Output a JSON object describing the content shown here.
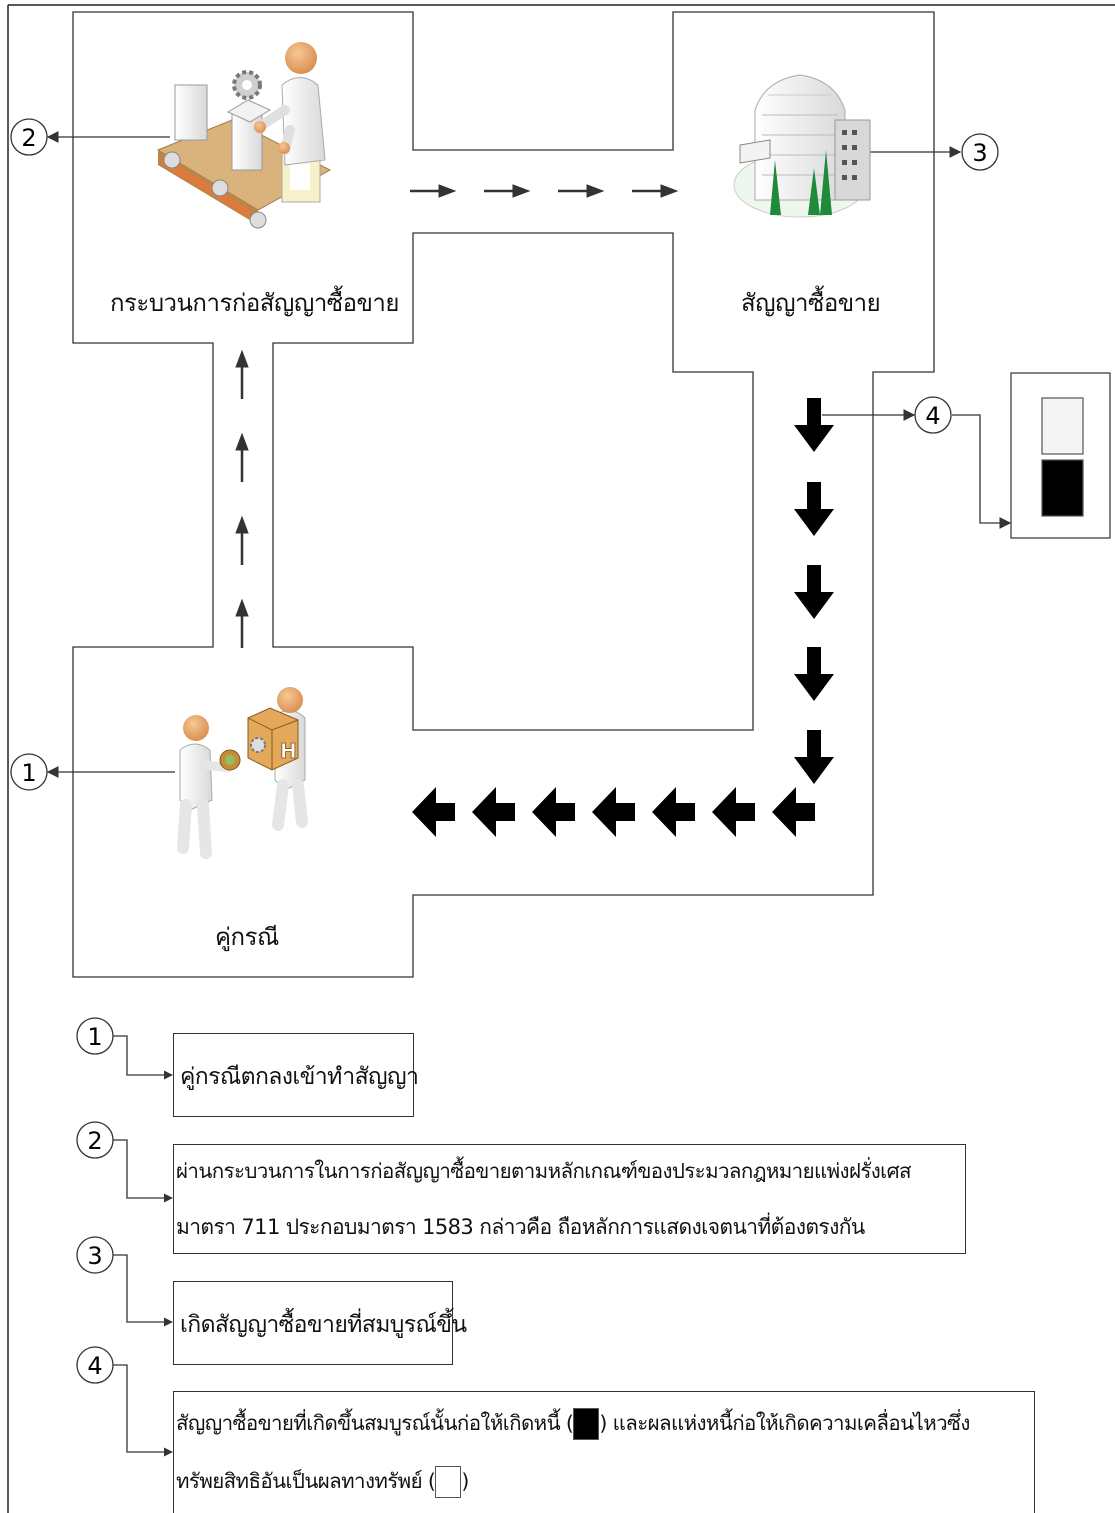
{
  "nodes": {
    "parties": "คู่กรณี",
    "process": "กระบวนการก่อสัญญาซื้อขาย",
    "contract": "สัญญาซื้อขาย"
  },
  "markers": [
    "1",
    "2",
    "3",
    "4"
  ],
  "legend": [
    {
      "num": "1",
      "lines": [
        "คู่กรณีตกลงเข้าทำสัญญา"
      ]
    },
    {
      "num": "2",
      "lines": [
        "ผ่านกระบวนการในการก่อสัญญาซื้อขายตามหลักเกณฑ์ของประมวลกฎหมายแพ่งฝรั่งเศส",
        "มาตรา 711 ประกอบมาตรา 1583 กล่าวคือ ถือหลักการแสดงเจตนาที่ต้องตรงกัน"
      ]
    },
    {
      "num": "3",
      "lines": [
        "เกิดสัญญาซื้อขายที่สมบูรณ์ขึ้น"
      ]
    },
    {
      "num": "4",
      "line1_before": "สัญญาซื้อขายที่เกิดขึ้นสมบูรณ์นั้นก่อให้เกิดหนี้ (",
      "line1_after": ") และผลแห่งหนี้ก่อให้เกิดความเคลื่อนไหวซึ่ง",
      "line2_before": "ทรัพยสิทธิอันเป็นผลทางทรัพย์ (",
      "line2_after": ")"
    }
  ],
  "colors": {
    "line": "#333333",
    "arrow": "#000000",
    "skin": "#e8a66a",
    "belt": "#e07a3c"
  }
}
